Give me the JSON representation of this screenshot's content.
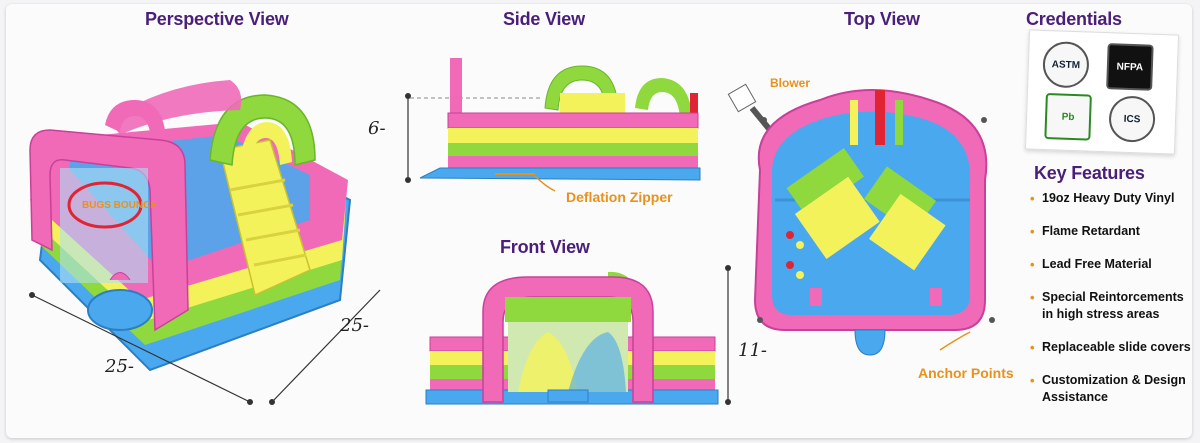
{
  "headings": {
    "perspective": "Perspective View",
    "side": "Side View",
    "top": "Top View",
    "front": "Front View",
    "credentials": "Credentials",
    "key_features": "Key Features"
  },
  "labels": {
    "blower": "Blower",
    "deflation_zipper": "Deflation Zipper",
    "anchor_points": "Anchor Points",
    "sign_text": "BUGS BOUNCE"
  },
  "dimensions": {
    "length": "25-",
    "width": "25-",
    "side_height": "6-",
    "front_height": "11-"
  },
  "badges": {
    "astm": "ASTM",
    "nfpa": "NFPA",
    "pb": "Pb",
    "ics": "ICS"
  },
  "features": [
    "19oz Heavy Duty Vinyl",
    "Flame Retardant",
    "Lead Free Material",
    "Special Reintorcements in high stress areas",
    "Replaceable slide covers",
    "Customization & Design Assistance"
  ],
  "colors": {
    "pink": "#f06ab8",
    "yellow": "#f4f25a",
    "green": "#8fd83d",
    "blue": "#4aa8ee",
    "red": "#e02433",
    "heading": "#4a1f79",
    "accent": "#e8911c"
  }
}
